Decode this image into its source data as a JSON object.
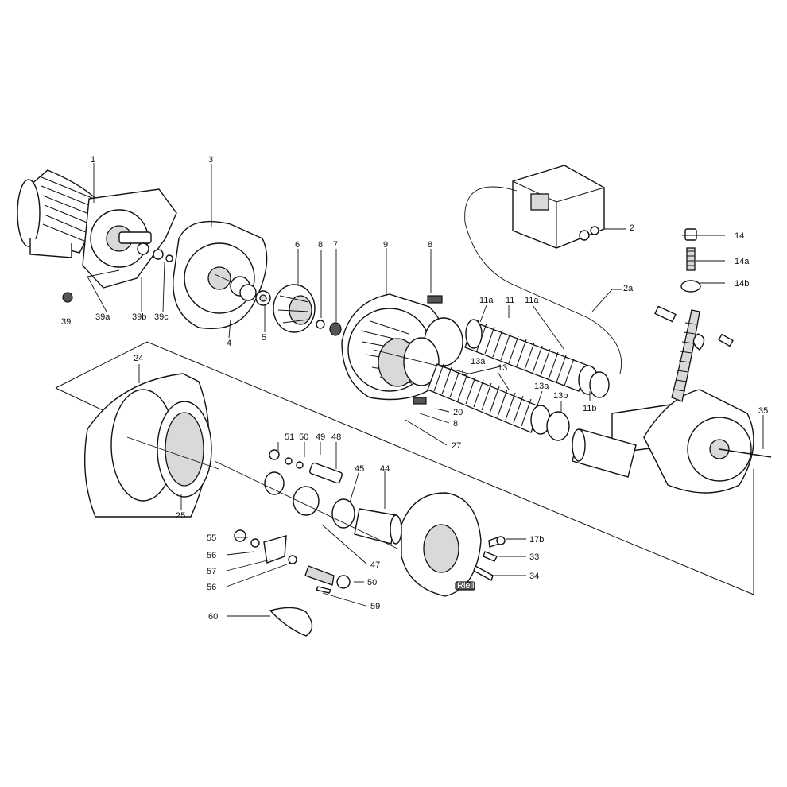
{
  "diagram": {
    "labels": {
      "p1": "1",
      "p2": "2",
      "p2a": "2a",
      "p3": "3",
      "p4": "4",
      "p5": "5",
      "p6": "6",
      "p7": "7",
      "p8a": "8",
      "p8b": "8",
      "p8c": "8",
      "p9": "9",
      "p11": "11",
      "p11a1": "11a",
      "p11a2": "11a",
      "p11b": "11b",
      "p13": "13",
      "p13a1": "13a",
      "p13a2": "13a",
      "p13b": "13b",
      "p14": "14",
      "p14a": "14a",
      "p14b": "14b",
      "p17b": "17b",
      "p20": "20",
      "p24": "24",
      "p25": "25",
      "p27": "27",
      "p33": "33",
      "p34": "34",
      "p35": "35",
      "p39": "39",
      "p39a": "39a",
      "p39b": "39b",
      "p39c": "39c",
      "p44": "44",
      "p45": "45",
      "p47": "47",
      "p48": "48",
      "p49": "49",
      "p50a": "50",
      "p50b": "50",
      "p51": "51",
      "p55": "55",
      "p56a": "56",
      "p56b": "56",
      "p57": "57",
      "p59": "59",
      "p60": "60"
    },
    "brand_plate": "Riello"
  }
}
